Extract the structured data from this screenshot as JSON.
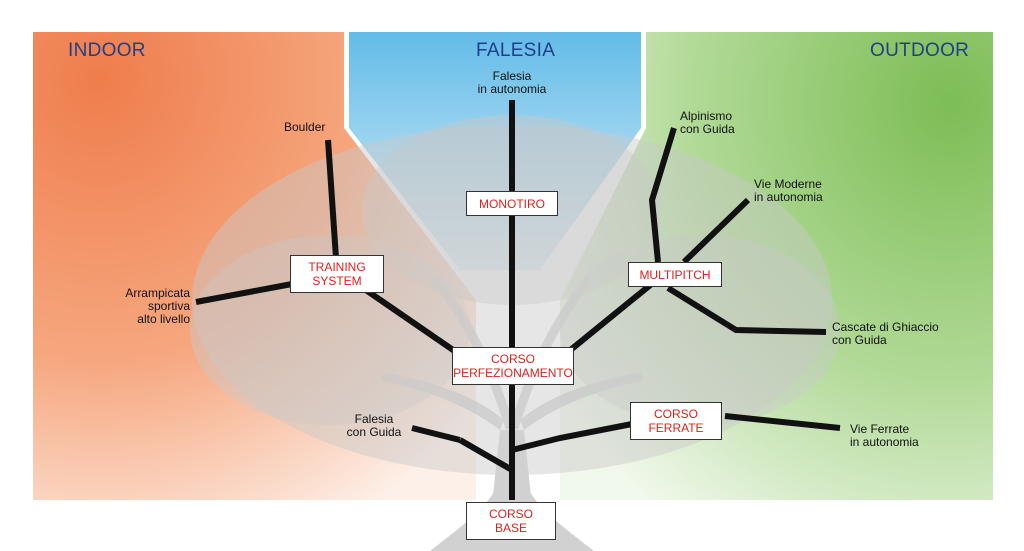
{
  "zones": {
    "indoor": "INDOOR",
    "falesia": "FALESIA",
    "outdoor": "OUTDOOR"
  },
  "nodes": {
    "monotiro": [
      "MONOTIRO"
    ],
    "training_system": [
      "TRAINING",
      "SYSTEM"
    ],
    "multipitch": [
      "MULTIPITCH"
    ],
    "corso_perfezionamento": [
      "CORSO",
      "PERFEZIONAMENTO"
    ],
    "corso_ferrate": [
      "CORSO",
      "FERRATE"
    ],
    "corso_base": [
      "CORSO",
      "BASE"
    ]
  },
  "leaves": {
    "falesia_autonomia": [
      "Falesia",
      "in autonomia"
    ],
    "boulder": [
      "Boulder"
    ],
    "arrampicata": [
      "Arrampicata",
      "sportiva",
      "alto livello"
    ],
    "alpinismo": [
      "Alpinismo",
      "con Guida"
    ],
    "vie_moderne": [
      "Vie Moderne",
      "in autonomia"
    ],
    "cascate": [
      "Cascate di Ghiaccio",
      "con Guida"
    ],
    "falesia_guida": [
      "Falesia",
      "con Guida"
    ],
    "vie_ferrate": [
      "Vie Ferrate",
      "in autonomia"
    ]
  },
  "colors": {
    "indoor": "#f08a5a",
    "falesia": "#7cc5ea",
    "outdoor": "#8fc76e",
    "title": "#1f3f8a",
    "node_text": "#e0201c",
    "branch": "#111111",
    "tree": "#cfcfcf"
  }
}
